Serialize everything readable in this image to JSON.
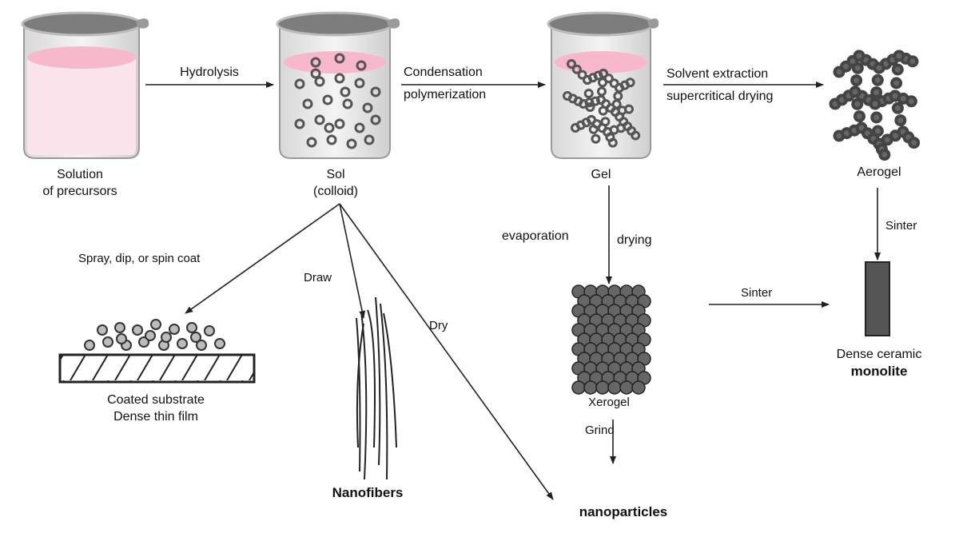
{
  "stages": {
    "solution": {
      "line1": "Solution",
      "line2": "of precursors"
    },
    "sol": {
      "line1": "Sol",
      "line2": "(colloid)"
    },
    "gel": {
      "label": "Gel"
    },
    "aerogel": {
      "label": "Aerogel"
    },
    "xerogel": {
      "label": "Xerogel"
    },
    "ceramic": {
      "line1": "Dense ceramic",
      "line2": "monolite"
    },
    "coated": {
      "line1": "Coated substrate",
      "line2": "Dense thin film"
    },
    "nanofibers": {
      "label": "Nanofibers"
    },
    "nanoparticles": {
      "label": "nanoparticles"
    }
  },
  "processes": {
    "hydrolysis": "Hydrolysis",
    "condensation": {
      "line1": "Condensation",
      "line2": "polymerization"
    },
    "solvent": {
      "line1": "Solvent extraction",
      "line2": "supercritical drying"
    },
    "evaporation": "evaporation",
    "drying": "drying",
    "sinter_aerogel": "Sinter",
    "sinter_xerogel": "Sinter",
    "coat": "Spray, dip, or spin coat",
    "draw": "Draw",
    "dry": "Dry",
    "grind": "Grind"
  },
  "colors": {
    "liquid": "#f7b8cb",
    "beaker_rim": "#8a8a8a",
    "particle": "#555555",
    "monolith": "#555555"
  }
}
